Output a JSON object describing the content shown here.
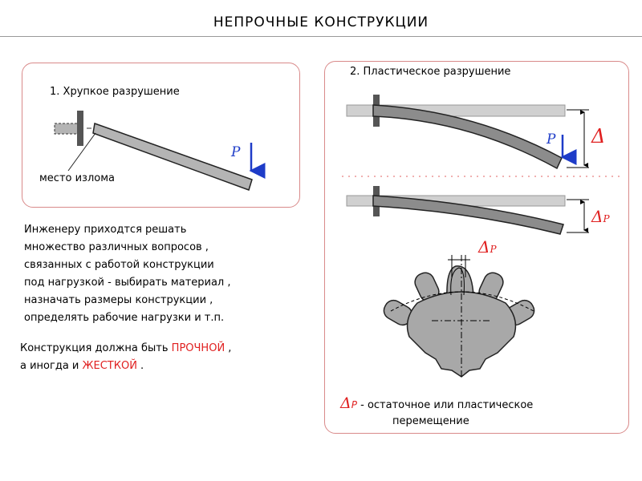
{
  "title": "НЕПРОЧНЫЕ КОНСТРУКЦИИ",
  "panel_left": {
    "heading": "1. Хрупкое разрушение",
    "break_label": "место излома",
    "load_label": "P"
  },
  "panel_right": {
    "heading": "2. Пластическое разрушение",
    "load_label": "P",
    "delta_symbol": "Δ",
    "delta_p_symbol": "Δ",
    "delta_p_sub": "P",
    "gear_delta_symbol": "Δ",
    "gear_delta_sub": "P",
    "legend_symbol": "Δ",
    "legend_sub": "P",
    "legend_line1": " - остаточное или пластическое",
    "legend_line2": "перемещение"
  },
  "paragraph": {
    "lines": [
      "Инженеру приходтся решать",
      "множество различных вопросов ,",
      "связанных с работой конструкции",
      "под нагрузкой - выбирать материал ,",
      "назначать размеры конструкции ,",
      "определять рабочие нагрузки и т.п."
    ]
  },
  "conclusion": {
    "part1": "Конструкция должна быть ",
    "strong": "ПРОЧНОЙ",
    "part2": " ,",
    "part3": "а иногда и ",
    "stiff": "ЖЕСТКОЙ",
    "part4": " ."
  },
  "colors": {
    "accent_red": "#e02020",
    "arrow_blue": "#1e3cc8",
    "panel_border": "#d98a8a",
    "beam_gray": "#b4b4b4"
  }
}
